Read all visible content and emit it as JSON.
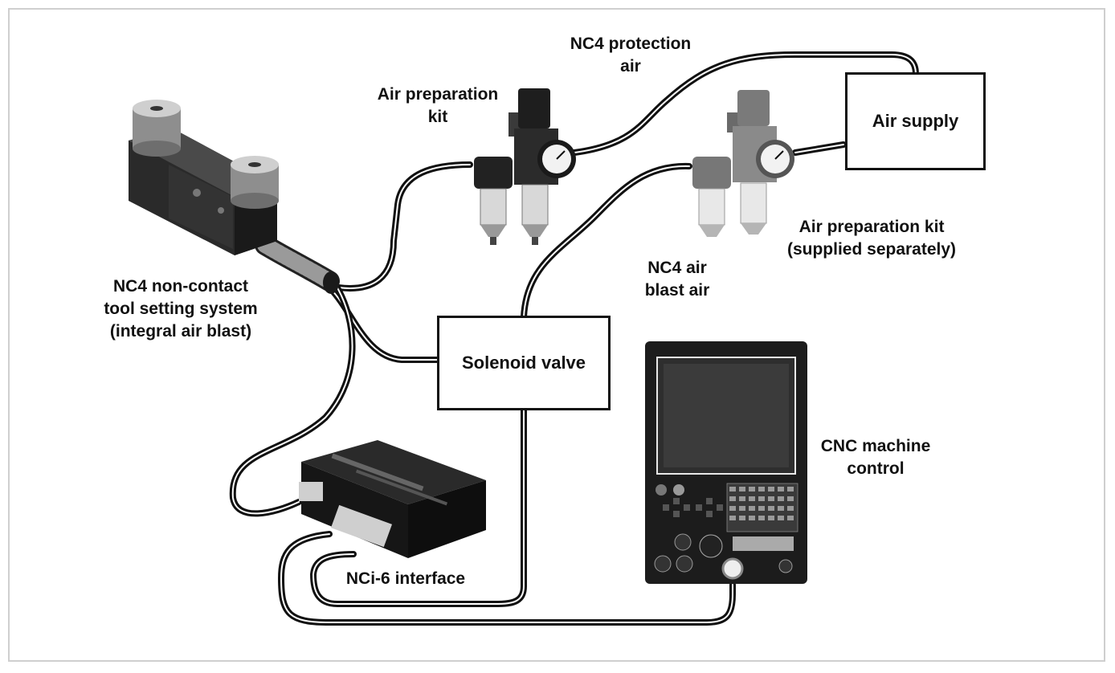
{
  "labels": {
    "nc4_system": [
      "NC4 non-contact",
      "tool setting system",
      "(integral air blast)"
    ],
    "air_prep_kit": [
      "Air preparation",
      "kit"
    ],
    "protection_air": [
      "NC4 protection",
      "air"
    ],
    "air_supply": "Air supply",
    "air_prep_kit_separate": [
      "Air preparation kit",
      "(supplied separately)"
    ],
    "air_blast": [
      "NC4 air",
      "blast air"
    ],
    "solenoid_valve": "Solenoid valve",
    "cnc_control": [
      "CNC machine",
      "control"
    ],
    "interface": "NCi-6 interface"
  },
  "colors": {
    "line": "#111111",
    "hose_highlight": "#ffffff",
    "frame": "#cfcfcf",
    "device_dark": "#1c1c1c",
    "device_mid": "#555555",
    "device_light": "#bdbdbd"
  }
}
